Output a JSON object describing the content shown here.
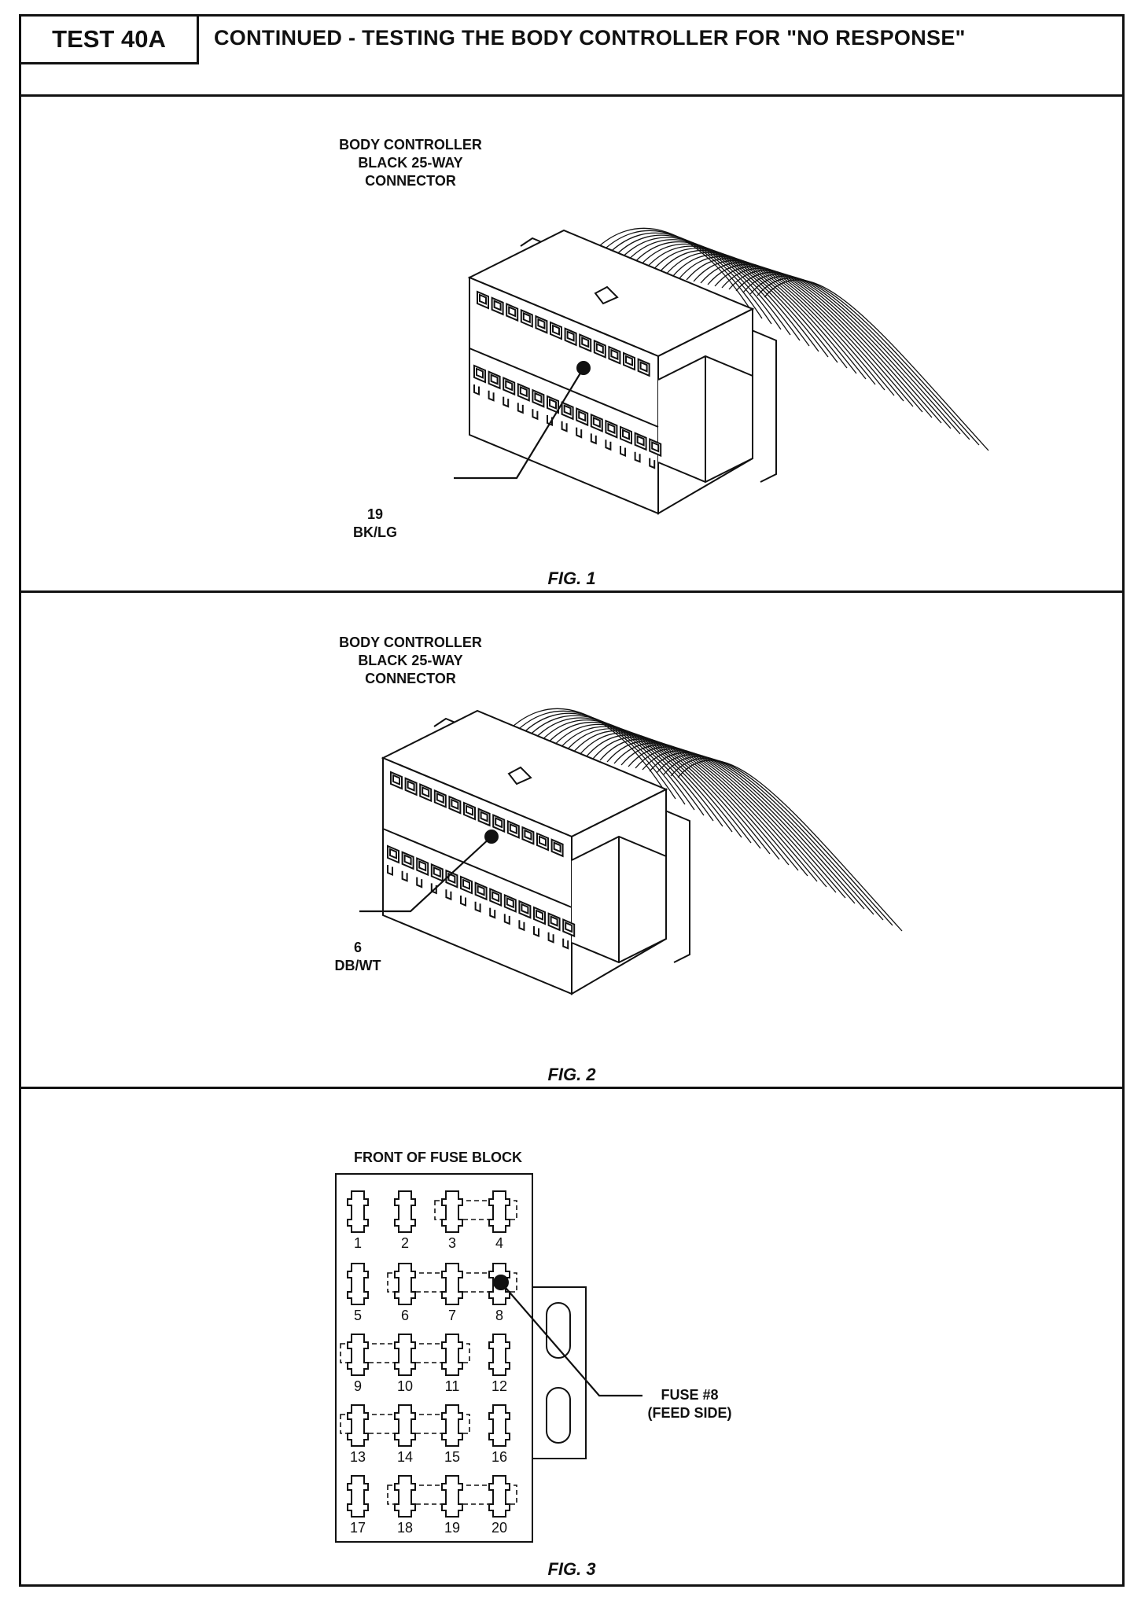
{
  "header": {
    "test_label": "TEST 40A",
    "title": "CONTINUED - TESTING THE BODY CONTROLLER FOR \"NO RESPONSE\""
  },
  "fig1": {
    "caption": "FIG. 1",
    "connector_label": [
      "BODY CONTROLLER",
      "BLACK 25-WAY",
      "CONNECTOR"
    ],
    "pin_number": "19",
    "wire_color": "BK/LG"
  },
  "fig2": {
    "caption": "FIG. 2",
    "connector_label": [
      "BODY CONTROLLER",
      "BLACK 25-WAY",
      "CONNECTOR"
    ],
    "pin_number": "6",
    "wire_color": "DB/WT"
  },
  "fig3": {
    "caption": "FIG. 3",
    "block_title": "FRONT OF FUSE BLOCK",
    "fuse_numbers": [
      "1",
      "2",
      "3",
      "4",
      "5",
      "6",
      "7",
      "8",
      "9",
      "10",
      "11",
      "12",
      "13",
      "14",
      "15",
      "16",
      "17",
      "18",
      "19",
      "20"
    ],
    "callout": [
      "FUSE #8",
      "(FEED SIDE)"
    ]
  }
}
